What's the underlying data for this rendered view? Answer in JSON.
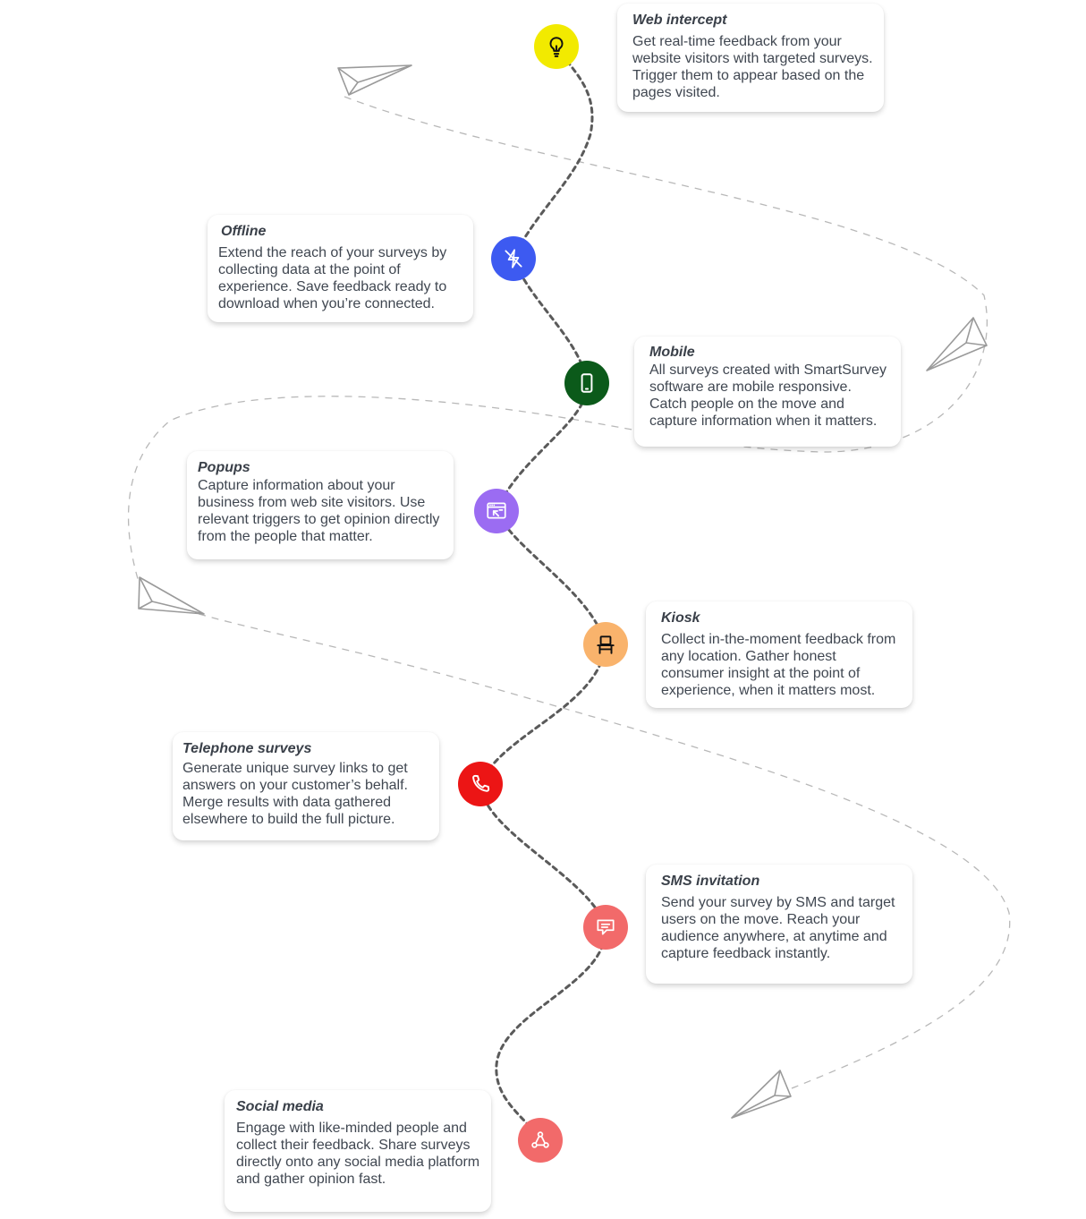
{
  "colors": {
    "path": "#555555",
    "dashed": "#b5b5b5",
    "plane": "#9a9a9a"
  },
  "steps": [
    {
      "id": "web-intercept",
      "title": "Web intercept",
      "description": "Get real-time feedback from your website visitors with targeted surveys. Trigger them to appear based on the pages visited.",
      "icon": "lightbulb-icon",
      "color": "#f2ea00"
    },
    {
      "id": "offline",
      "title": "Offline",
      "description": "Extend the reach of your surveys by collecting data at the point of experience. Save feedback ready to download when you’re connected.",
      "icon": "offline-icon",
      "color": "#3d5af1"
    },
    {
      "id": "mobile",
      "title": "Mobile",
      "description": "All surveys created with SmartSurvey software are mobile responsive. Catch people on the move and capture information when it matters.",
      "icon": "mobile-icon",
      "color": "#0b5a1a"
    },
    {
      "id": "popups",
      "title": "Popups",
      "description": "Capture information about your business from web site visitors. Use relevant triggers to get opinion directly from the people that matter.",
      "icon": "popup-icon",
      "color": "#9b6cf2"
    },
    {
      "id": "kiosk",
      "title": "Kiosk",
      "description": "Collect in-the-moment feedback from any location. Gather honest consumer insight at the point of experience, when it matters most.",
      "icon": "kiosk-icon",
      "color": "#f9b36c"
    },
    {
      "id": "telephone-surveys",
      "title": "Telephone surveys",
      "description": "Generate unique survey links to get answers on your customer’s behalf. Merge results with data gathered elsewhere to build the full picture.",
      "icon": "phone-icon",
      "color": "#ec1515"
    },
    {
      "id": "sms-invitation",
      "title": "SMS invitation",
      "description": "Send your survey by SMS and target users on the move. Reach your audience anywhere, at anytime and capture feedback instantly.",
      "icon": "chat-icon",
      "color": "#f26a6a"
    },
    {
      "id": "social-media",
      "title": "Social media",
      "description": "Engage with like-minded people and collect their feedback. Share surveys directly onto any social media platform and gather opinion fast.",
      "icon": "share-icon",
      "color": "#f26a6a"
    }
  ]
}
